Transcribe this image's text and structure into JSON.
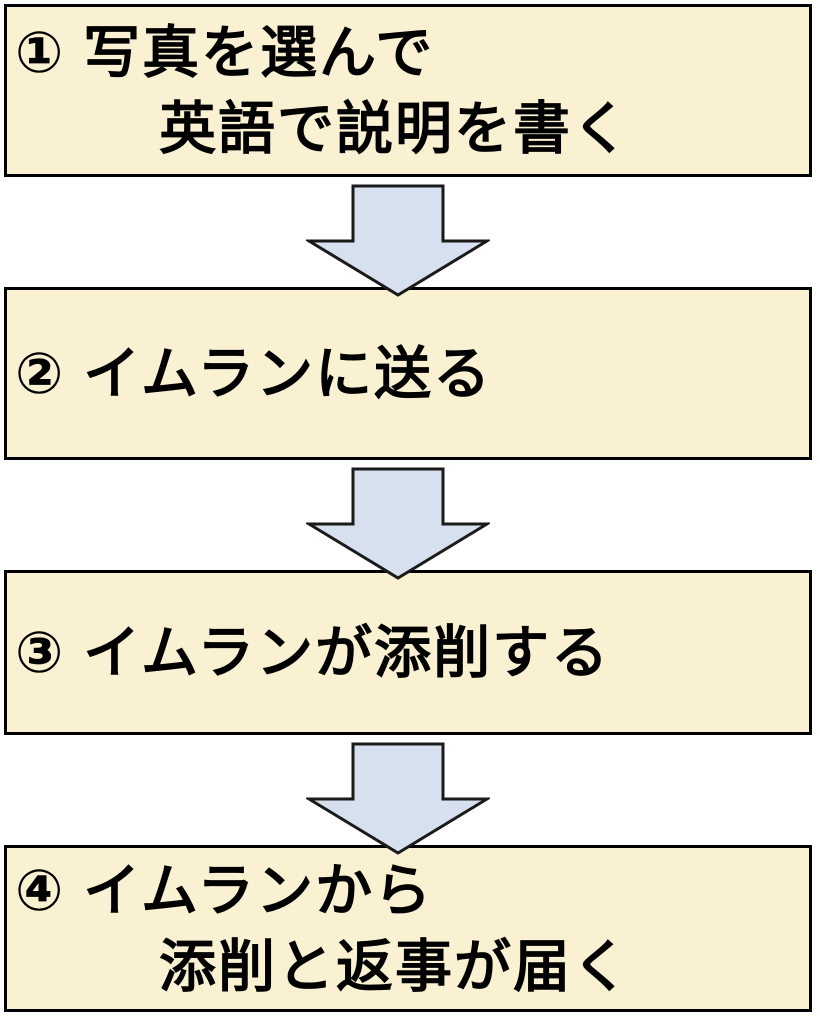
{
  "colors": {
    "background": "#ffffff",
    "box_fill": "#faf0d2",
    "box_border": "#000000",
    "arrow_fill": "#d6e0ef",
    "arrow_border": "#1a1a1a",
    "text": "#000000"
  },
  "steps": [
    {
      "line1": "① 写真を選んで",
      "line2": "英語で説明を書く"
    },
    {
      "line1": "② イムランに送る",
      "line2": ""
    },
    {
      "line1": "③ イムランが添削する",
      "line2": ""
    },
    {
      "line1": "④ イムランから",
      "line2": "添削と返事が届く"
    }
  ]
}
